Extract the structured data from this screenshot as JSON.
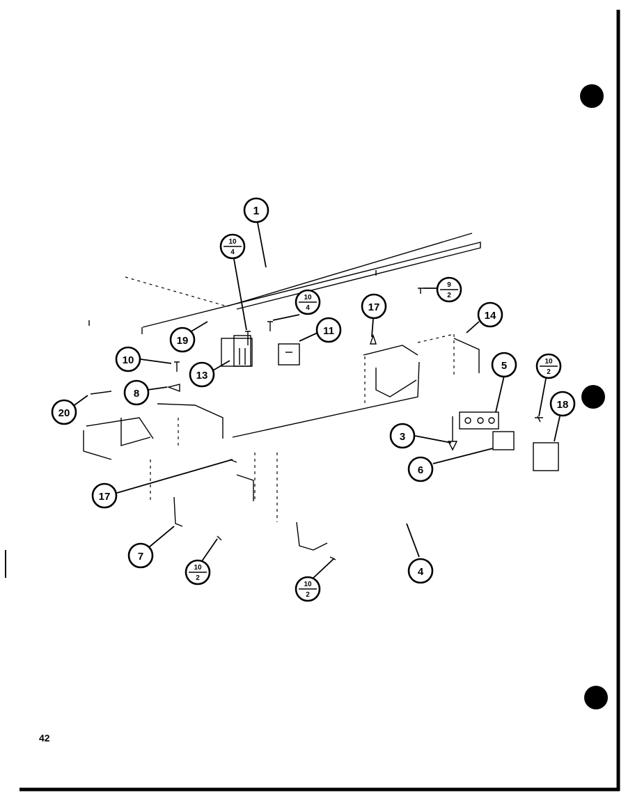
{
  "page_number": "42",
  "callouts": [
    {
      "id": "c1",
      "top": "1"
    },
    {
      "id": "c10-4a",
      "top": "10",
      "bottom": "4"
    },
    {
      "id": "c10-4b",
      "top": "10",
      "bottom": "4"
    },
    {
      "id": "c9-2",
      "top": "9",
      "bottom": "2"
    },
    {
      "id": "c11",
      "top": "11"
    },
    {
      "id": "c17a",
      "top": "17"
    },
    {
      "id": "c14",
      "top": "14"
    },
    {
      "id": "c19",
      "top": "19"
    },
    {
      "id": "c13",
      "top": "13"
    },
    {
      "id": "c10",
      "top": "10"
    },
    {
      "id": "c8",
      "top": "8"
    },
    {
      "id": "c20",
      "top": "20"
    },
    {
      "id": "c5",
      "top": "5"
    },
    {
      "id": "c10-2a",
      "top": "10",
      "bottom": "2"
    },
    {
      "id": "c18",
      "top": "18"
    },
    {
      "id": "c3",
      "top": "3"
    },
    {
      "id": "c6",
      "top": "6"
    },
    {
      "id": "c17b",
      "top": "17"
    },
    {
      "id": "c7",
      "top": "7"
    },
    {
      "id": "c10-2b",
      "top": "10",
      "bottom": "2"
    },
    {
      "id": "c10-2c",
      "top": "10",
      "bottom": "2"
    },
    {
      "id": "c4",
      "top": "4"
    }
  ]
}
